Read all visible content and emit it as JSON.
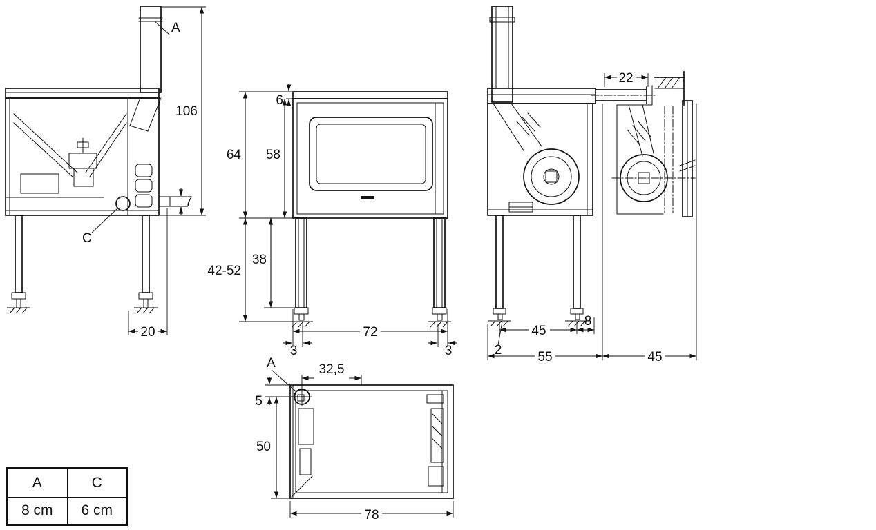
{
  "drawing": {
    "views": {
      "side_left": {
        "label_a": "A",
        "dim_total_height": "106",
        "dim_outlet_stub": "7",
        "label_c": "C",
        "dim_leg_offset": "20"
      },
      "front": {
        "dim_top_strip": "6",
        "dim_height_total": "64",
        "dim_height_body": "58",
        "dim_leg_range": "42-52",
        "dim_leg": "38",
        "dim_width": "72",
        "dim_foot_left": "3",
        "dim_foot_right": "3"
      },
      "rear": {
        "dim_outlet_ext": "22",
        "dim_foot_stem": "2",
        "dim_leg_span": "45",
        "dim_leg_edge": "8",
        "dim_depth": "55"
      },
      "side_wall": {
        "dim_depth": "45"
      },
      "top": {
        "label_a": "A",
        "dim_flue_offset": "32,5",
        "dim_flue_front": "5",
        "dim_depth_rear": "50",
        "dim_width": "78"
      }
    },
    "table": {
      "headers": [
        "A",
        "C"
      ],
      "values": [
        "8 cm",
        "6 cm"
      ]
    }
  }
}
